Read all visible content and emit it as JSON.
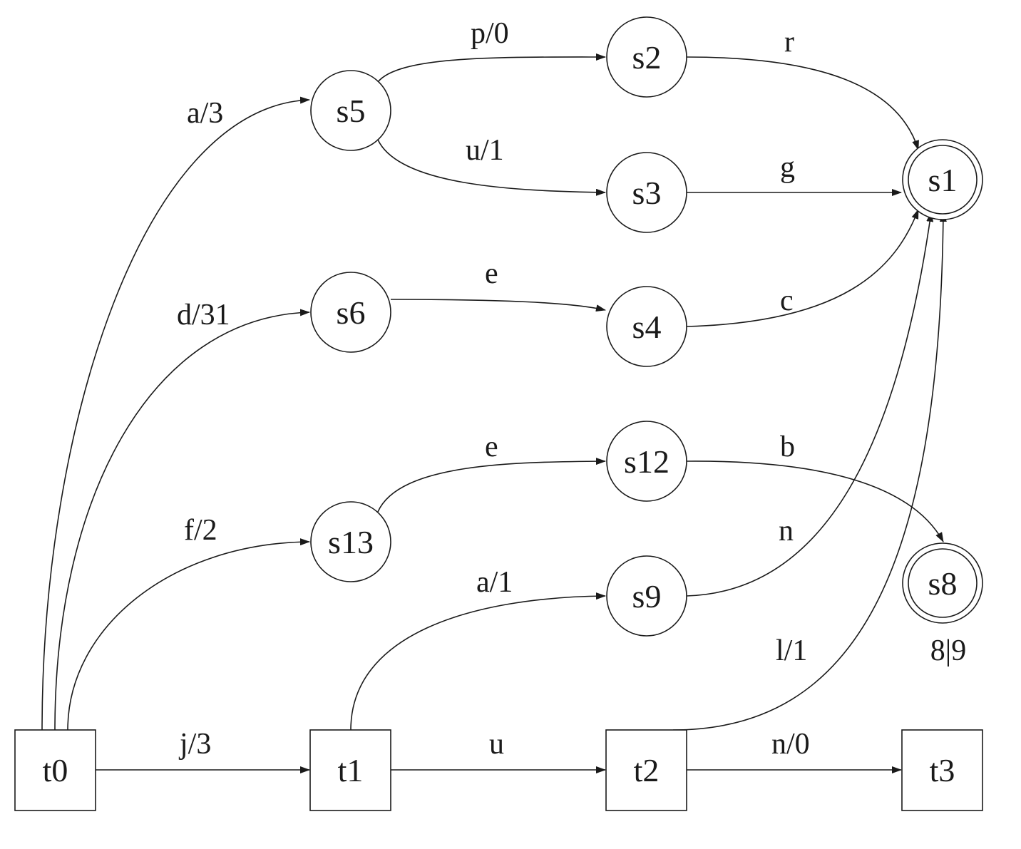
{
  "diagram": {
    "nodes": [
      {
        "id": "t0",
        "label": "t0",
        "shape": "square"
      },
      {
        "id": "t1",
        "label": "t1",
        "shape": "square"
      },
      {
        "id": "t2",
        "label": "t2",
        "shape": "square"
      },
      {
        "id": "t3",
        "label": "t3",
        "shape": "square"
      },
      {
        "id": "s5",
        "label": "s5",
        "shape": "circle"
      },
      {
        "id": "s6",
        "label": "s6",
        "shape": "circle"
      },
      {
        "id": "s13",
        "label": "s13",
        "shape": "circle"
      },
      {
        "id": "s2",
        "label": "s2",
        "shape": "circle"
      },
      {
        "id": "s3",
        "label": "s3",
        "shape": "circle"
      },
      {
        "id": "s4",
        "label": "s4",
        "shape": "circle"
      },
      {
        "id": "s12",
        "label": "s12",
        "shape": "circle"
      },
      {
        "id": "s9",
        "label": "s9",
        "shape": "circle"
      },
      {
        "id": "s1",
        "label": "s1",
        "shape": "double-circle"
      },
      {
        "id": "s8",
        "label": "s8",
        "shape": "double-circle",
        "annotation": "8|9"
      }
    ],
    "edges": [
      {
        "id": "t0-s5",
        "from": "t0",
        "to": "s5",
        "label": "a/3"
      },
      {
        "id": "t0-s6",
        "from": "t0",
        "to": "s6",
        "label": "d/31"
      },
      {
        "id": "t0-s13",
        "from": "t0",
        "to": "s13",
        "label": "f/2"
      },
      {
        "id": "t0-t1",
        "from": "t0",
        "to": "t1",
        "label": "j/3"
      },
      {
        "id": "s5-s2",
        "from": "s5",
        "to": "s2",
        "label": "p/0"
      },
      {
        "id": "s5-s3",
        "from": "s5",
        "to": "s3",
        "label": "u/1"
      },
      {
        "id": "s2-s1",
        "from": "s2",
        "to": "s1",
        "label": "r"
      },
      {
        "id": "s3-s1",
        "from": "s3",
        "to": "s1",
        "label": "g"
      },
      {
        "id": "s6-s4",
        "from": "s6",
        "to": "s4",
        "label": "e"
      },
      {
        "id": "s4-s1",
        "from": "s4",
        "to": "s1",
        "label": "c"
      },
      {
        "id": "s13-s12",
        "from": "s13",
        "to": "s12",
        "label": "e"
      },
      {
        "id": "s12-s8",
        "from": "s12",
        "to": "s8",
        "label": "b"
      },
      {
        "id": "t1-s9",
        "from": "t1",
        "to": "s9",
        "label": "a/1"
      },
      {
        "id": "s9-s1",
        "from": "s9",
        "to": "s1",
        "label": "n"
      },
      {
        "id": "t1-t2",
        "from": "t1",
        "to": "t2",
        "label": "u"
      },
      {
        "id": "t2-s1",
        "from": "t2",
        "to": "s1",
        "label": "l/1"
      },
      {
        "id": "t2-t3",
        "from": "t2",
        "to": "t3",
        "label": "n/0"
      }
    ]
  }
}
